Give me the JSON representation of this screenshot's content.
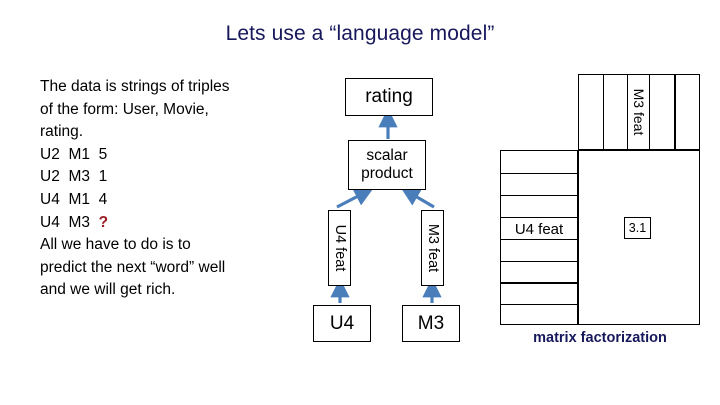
{
  "slide": {
    "title": "Lets use a “language model”",
    "title_color": "#17175c",
    "background": "#ffffff"
  },
  "body_text": {
    "lines": [
      "The data is strings of triples",
      "of the form: User, Movie,",
      "rating."
    ],
    "triples": [
      {
        "user": "U2",
        "movie": "M1",
        "rating": "5"
      },
      {
        "user": "U2",
        "movie": "M3",
        "rating": "1"
      },
      {
        "user": "U4",
        "movie": "M1",
        "rating": "4"
      },
      {
        "user": "U4",
        "movie": "M3",
        "rating": "?"
      }
    ],
    "closing_lines": [
      "All we have to do is to",
      "predict the next “word” well",
      "and we will get rich."
    ],
    "unknown_marker": "?",
    "unknown_marker_color": "#9e1b23"
  },
  "diagram": {
    "arrow_color": "#4a7ebb",
    "boxes": {
      "rating": "rating",
      "scalar_product_line1": "scalar",
      "scalar_product_line2": "product",
      "user_feat": "U4 feat",
      "movie_feat": "M3 feat",
      "user": "U4",
      "movie": "M3"
    }
  },
  "matrix": {
    "movie_feature_label": "M3 feat",
    "user_feature_label": "U4 feat",
    "predicted_value": "3.1",
    "caption": "matrix factorization",
    "caption_color": "#17175c",
    "top_columns": 5,
    "left_rows": 8
  }
}
